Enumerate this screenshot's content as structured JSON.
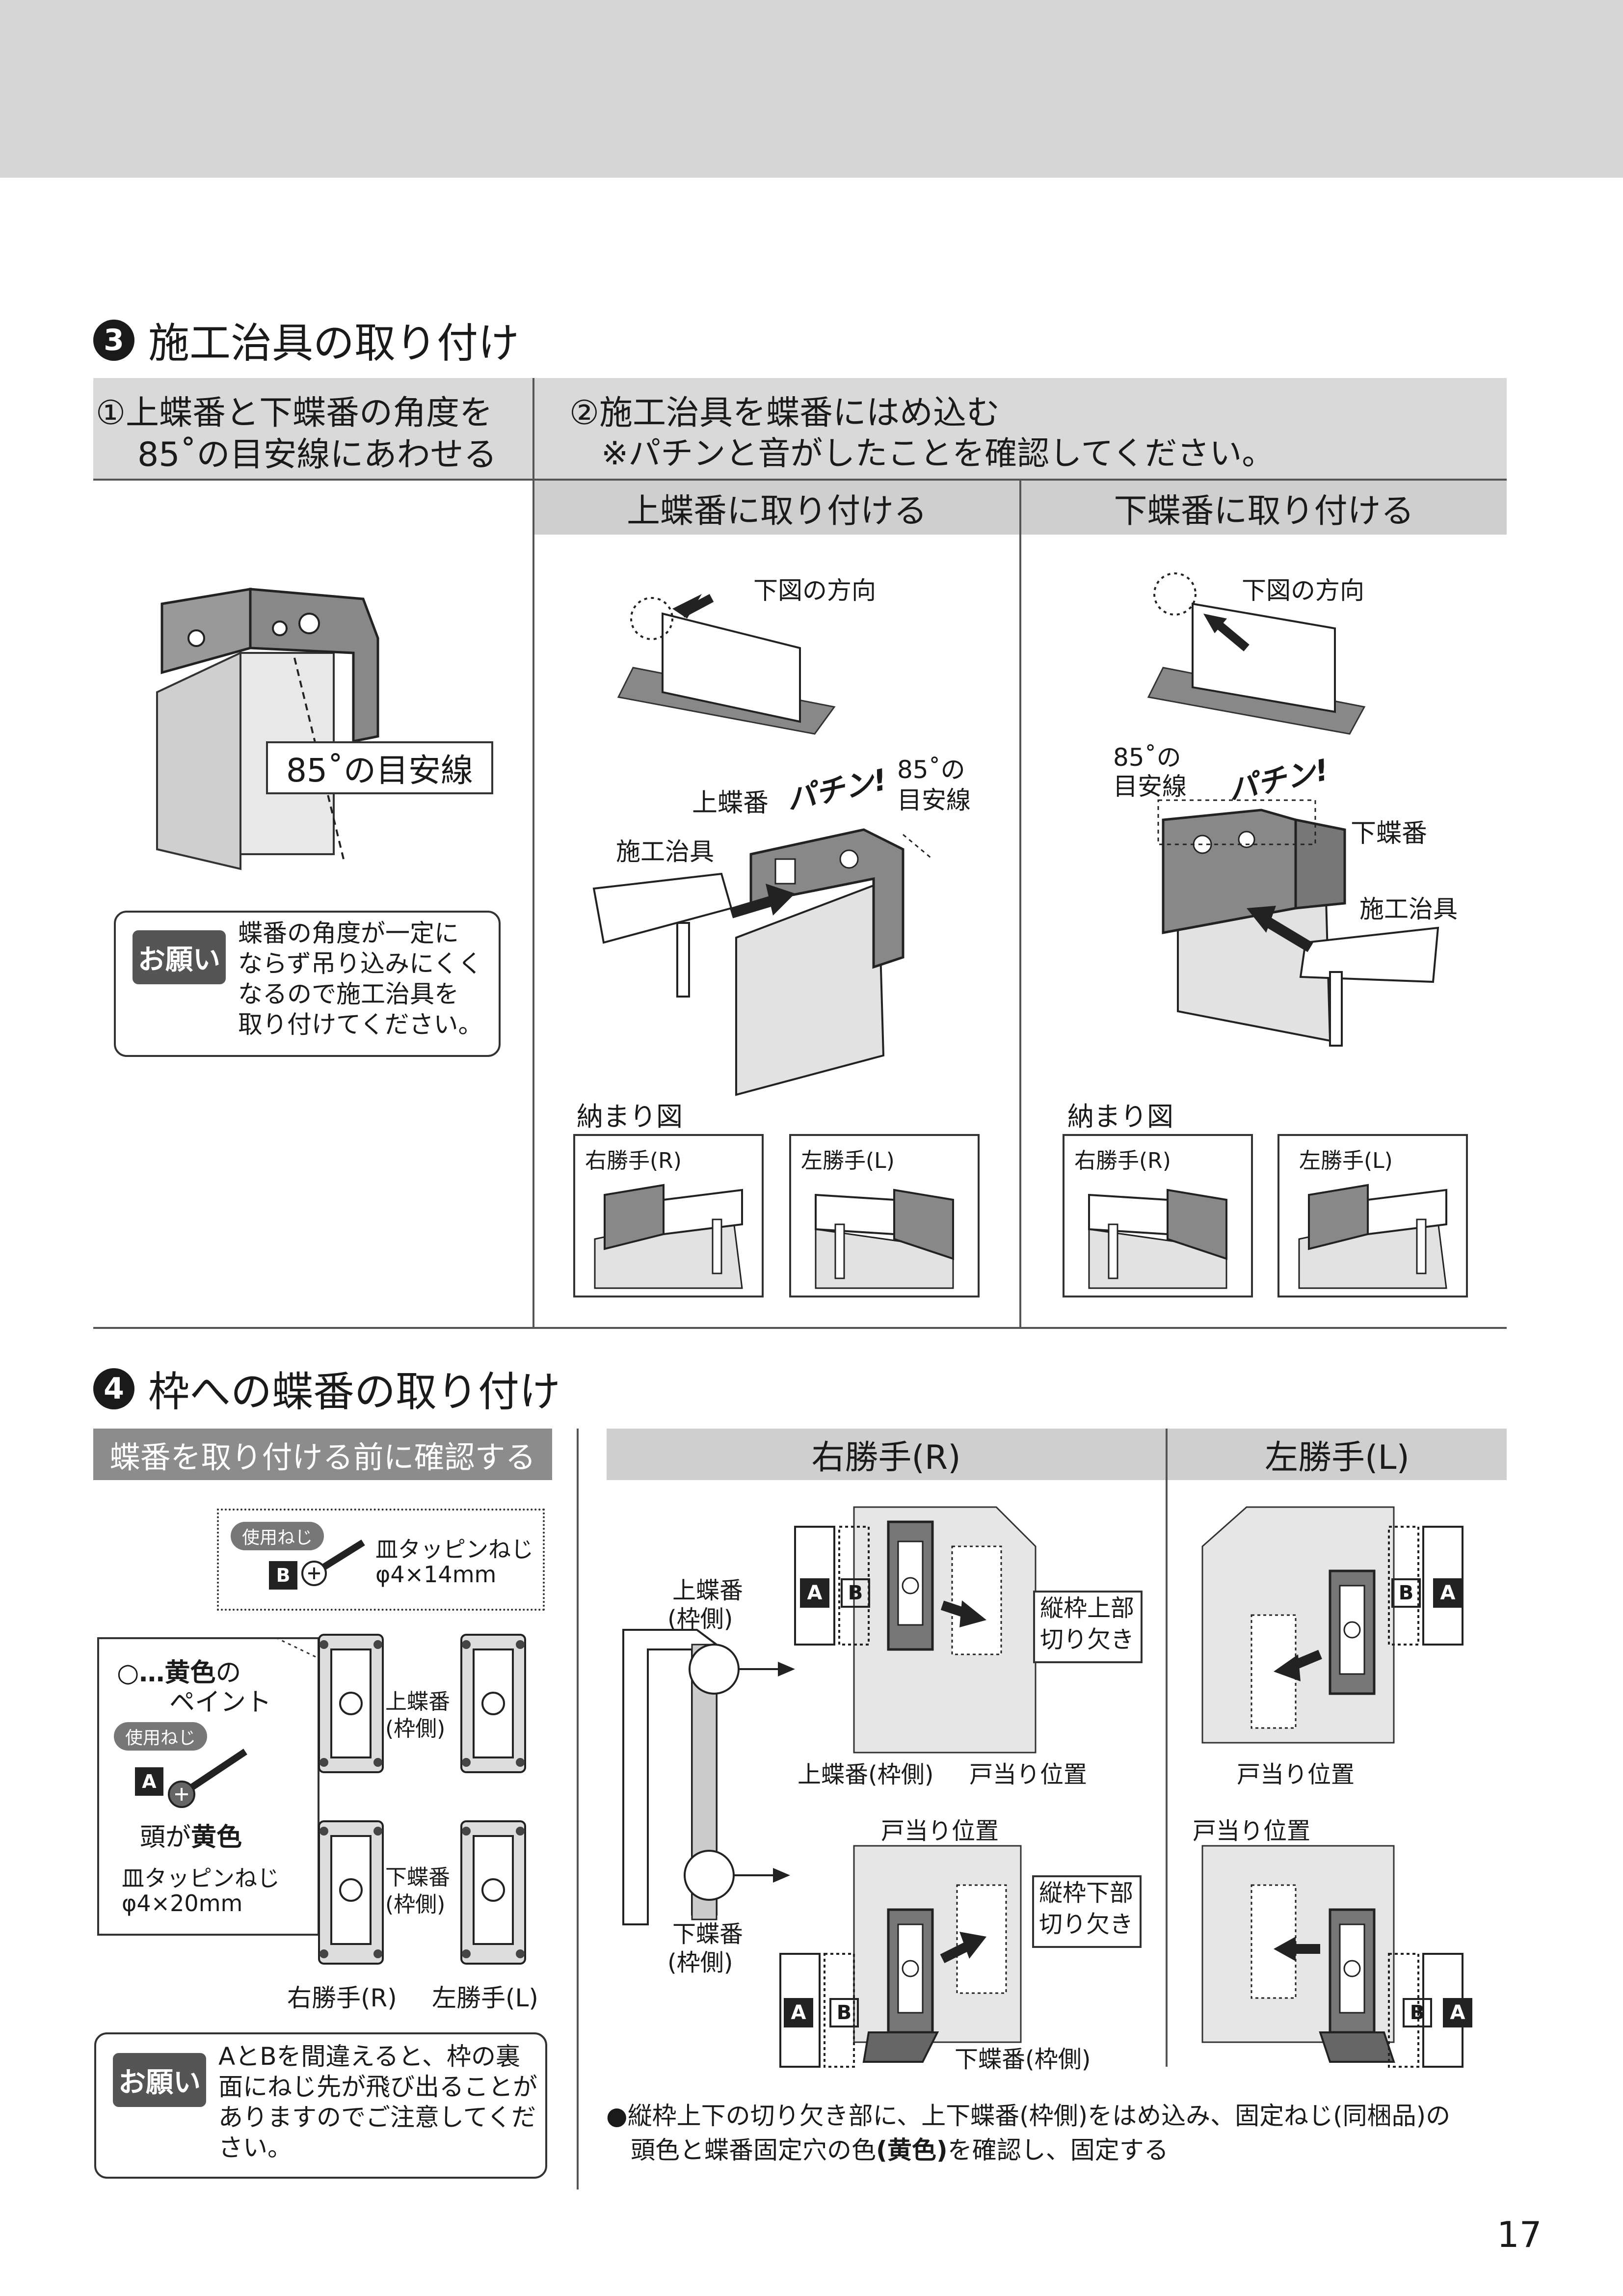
{
  "sec3": {
    "num": "3",
    "title": "施工治具の取り付け",
    "step1_line1": "①上蝶番と下蝶番の角度を",
    "step1_line2": "85˚の目安線にあわせる",
    "step2_line1": "②施工治具を蝶番にはめ込む",
    "step2_line2": "※パチンと音がしたことを確認してください。",
    "col_upper": "上蝶番に取り付ける",
    "col_lower": "下蝶番に取り付ける",
    "guide_line": "85˚の目安線",
    "onegai_tag": "お願い",
    "onegai_lines": [
      "蝶番の角度が一定に",
      "ならず吊り込みにくく",
      "なるので施工治具を",
      "取り付けてください。"
    ],
    "direction_label": "下図の方向",
    "upper_hinge": "上蝶番",
    "lower_hinge": "下蝶番",
    "snap": "パチン!",
    "guide85_line1": "85˚の",
    "guide85_line2": "目安線",
    "tool": "施工治具",
    "fit_title": "納まり図",
    "right_hand": "右勝手(R)",
    "left_hand": "左勝手(L)"
  },
  "sec4": {
    "num": "4",
    "title": "枠への蝶番の取り付け",
    "check_header": "蝶番を取り付ける前に確認する",
    "screw_tag": "使用ねじ",
    "screw_b_letter": "B",
    "screw_b_name": "皿タッピンねじ",
    "screw_b_size": "φ4×14mm",
    "legend_circle": "○",
    "legend_text_pre": "…",
    "legend_yellow": "黄色",
    "legend_text_post": "の",
    "legend_line2": "ペイント",
    "screw_a_letter": "A",
    "head_pre": "頭が",
    "head_yellow": "黄色",
    "screw_a_name": "皿タッピンねじ",
    "screw_a_size": "φ4×20mm",
    "upper_frame_line1": "上蝶番",
    "upper_frame_line2": "(枠側)",
    "lower_frame_line1": "下蝶番",
    "lower_frame_line2": "(枠側)",
    "right_hand": "右勝手(R)",
    "left_hand": "左勝手(L)",
    "onegai_tag": "お願い",
    "onegai_lines": [
      "AとBを間違えると、枠の裏",
      "面にねじ先が飛び出ることが",
      "ありますのでご注意してくだ",
      "さい。"
    ],
    "col_right": "右勝手(R)",
    "col_left": "左勝手(L)",
    "notch_top_line1": "縦枠上部",
    "notch_top_line2": "切り欠き",
    "notch_bottom_line1": "縦枠下部",
    "notch_bottom_line2": "切り欠き",
    "upper_frame_inline": "上蝶番(枠側)",
    "door_stop": "戸当り位置",
    "lower_frame_inline": "下蝶番(枠側)",
    "note_line1": "●縦枠上下の切り欠き部に、上下蝶番(枠側)をはめ込み、固定ねじ(同梱品)の",
    "note_line2_pre": "頭色と蝶番固定穴の色",
    "note_line2_bold": "(黄色)",
    "note_line2_post": "を確認し、固定する"
  },
  "page_number": "17",
  "colors": {
    "band": "#d6d6d6",
    "header": "#d9d9d9",
    "dark_header": "#8c8c8c",
    "ink": "#1a1a1a"
  }
}
